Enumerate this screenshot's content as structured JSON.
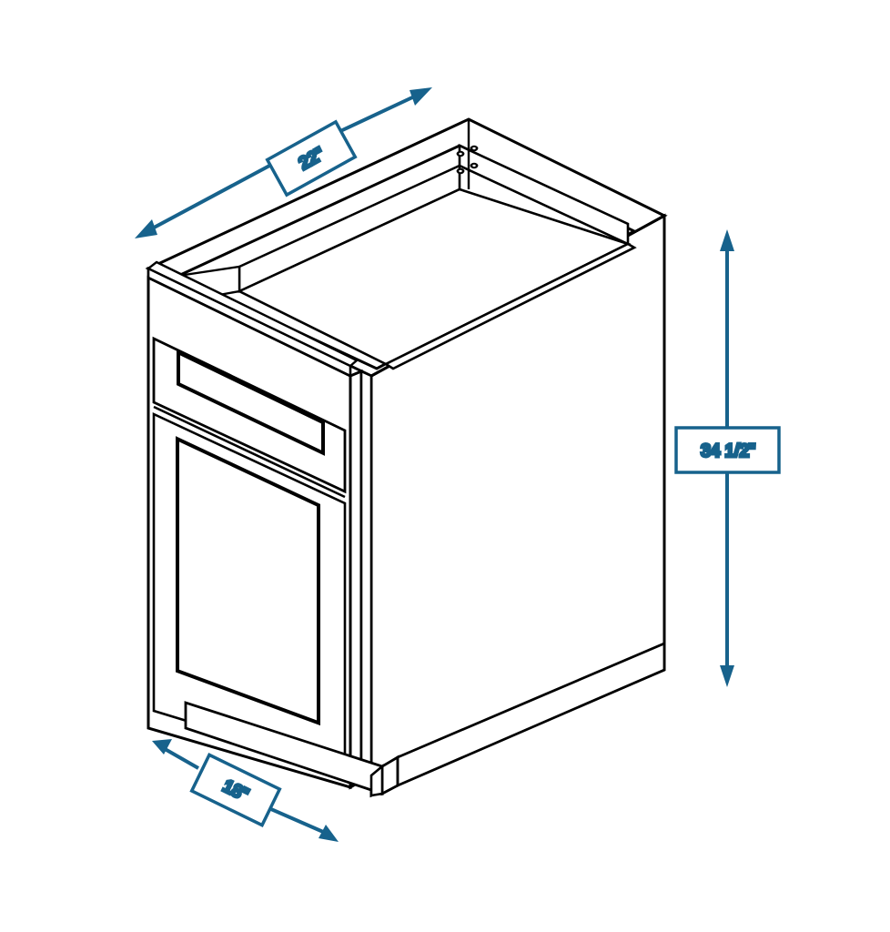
{
  "drawing": {
    "title": "Base Cabinet Isometric Dimension Drawing",
    "subject": "single-door single-drawer base cabinet",
    "background_color": "#ffffff",
    "line_color": "#000000",
    "dimension_color": "#17628C"
  },
  "dimensions": {
    "depth": {
      "id": "depth-dimension",
      "label": "22\"",
      "value": 22,
      "unit": "inch",
      "orientation": "diagonal-top-left",
      "arrow_style": "double-headed"
    },
    "height": {
      "id": "height-dimension",
      "label": "34 1/2\"",
      "value": 34.5,
      "unit": "inch",
      "orientation": "vertical-right",
      "arrow_style": "double-headed"
    },
    "width": {
      "id": "width-dimension",
      "label": "18\"",
      "value": 18,
      "unit": "inch",
      "orientation": "diagonal-bottom-left",
      "arrow_style": "double-headed"
    }
  },
  "cabinet_parts": {
    "carcass": "cabinet-carcass",
    "open_top": "open-top-interior",
    "back_panel": "back-panel",
    "top_stretchers": "top-stretcher-rails",
    "right_side_panel": "right-side-panel",
    "face_frame": "face-frame",
    "drawer_front": "drawer-front",
    "door_front": "door-front",
    "toe_kick": "toe-kick",
    "hinge_holes": "hinge-bore-holes",
    "hinge_hole_count": 4
  }
}
